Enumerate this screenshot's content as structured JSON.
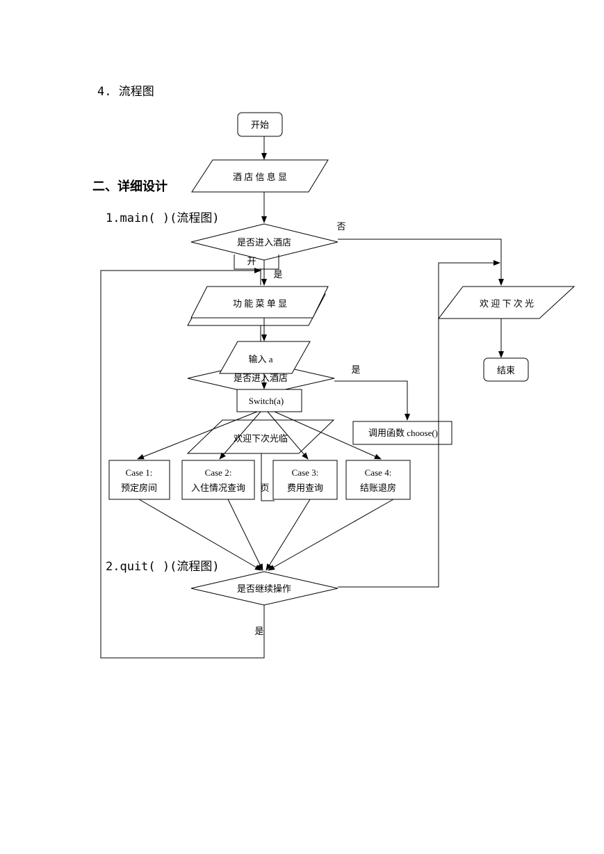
{
  "headings": {
    "section4": "4. 流程图",
    "detail_design": "二、详细设计",
    "main_flow": "1.main( )(流程图)",
    "quit_flow": "2.quit( )(流程图)"
  },
  "nodes": {
    "start": "开始",
    "hotel_info": "酒 店 信 息 显",
    "enter_hotel": "是否进入酒店",
    "start_hidden": "开",
    "yes1": "是",
    "no1": "否",
    "menu": "功 能 菜 单 显",
    "welcome_right": "欢 迎 下 次 光",
    "end": "结束",
    "input_a": "输入 a",
    "enter_hotel_overlap": "是否进入酒店",
    "yes2": "是",
    "switch": "Switch(a)",
    "choose": "调用函数 choose()",
    "welcome_overlap": "欢迎下次光临",
    "overlap_fragment": "页",
    "case1_label": "Case 1:",
    "case1_text": "预定房间",
    "case2_label": "Case 2:",
    "case2_text": "入住情况查询",
    "case3_label": "Case 3:",
    "case3_text": "费用查询",
    "case4_label": "Case 4:",
    "case4_text": "结账退房",
    "continue": "是否继续操作",
    "yes3": "是"
  }
}
